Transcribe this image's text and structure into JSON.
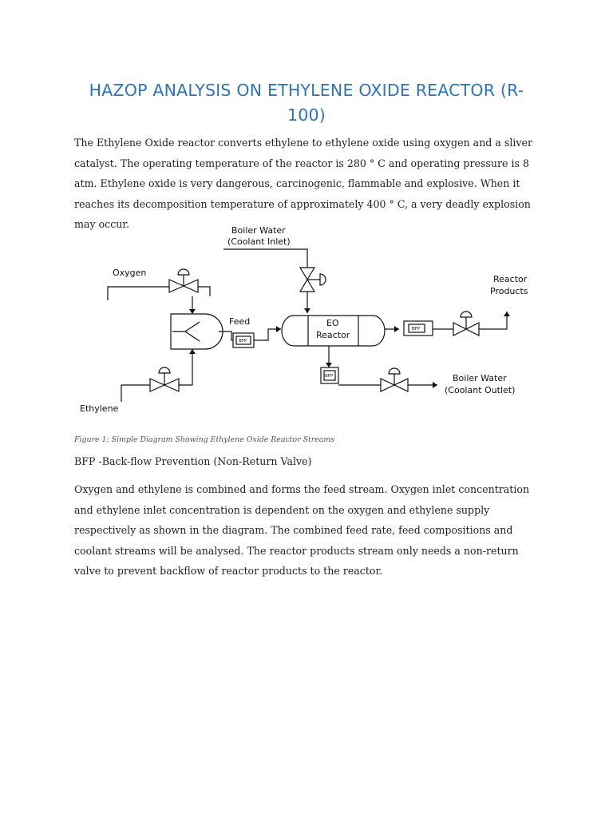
{
  "document": {
    "title": "HAZOP ANALYSIS ON ETHYLENE OXIDE REACTOR (R-100)",
    "intro_paragraph": "The Ethylene Oxide reactor converts ethylene to ethylene oxide using oxygen and a sliver catalyst. The operating temperature of the reactor is 280 ° C and operating pressure is 8 atm. Ethylene oxide is very dangerous, carcinogenic, flammable and explosive. When it reaches its decomposition temperature of approximately 400 ° C, a very deadly explosion may occur.",
    "figure_caption": "Figure 1: Simple Diagram Showing Ethylene Oxide Reactor Streams",
    "bfp_definition": "BFP -Back-flow Prevention (Non-Return Valve)",
    "body_paragraph": "Oxygen and ethylene is combined and forms the feed stream. Oxygen inlet concentration and ethylene inlet concentration is dependent on the oxygen and ethylene supply respectively as shown in the diagram. The combined feed rate, feed compositions and coolant streams will be analysed. The reactor products stream only needs a non-return valve to prevent backflow of reactor products to the reactor."
  },
  "diagram": {
    "boiler_water_in_line1": "Boiler Water",
    "boiler_water_in_line2": "(Coolant Inlet)",
    "oxygen_label": "Oxygen",
    "ethylene_label": "Ethylene",
    "feed_label": "Feed",
    "reactor_label_line1": "EO",
    "reactor_label_line2": "Reactor",
    "reactor_products_line1": "Reactor",
    "reactor_products_line2": "Products",
    "boiler_water_out_line1": "Boiler Water",
    "boiler_water_out_line2": "(Coolant Outlet)",
    "bfp_tag": "BFP"
  }
}
